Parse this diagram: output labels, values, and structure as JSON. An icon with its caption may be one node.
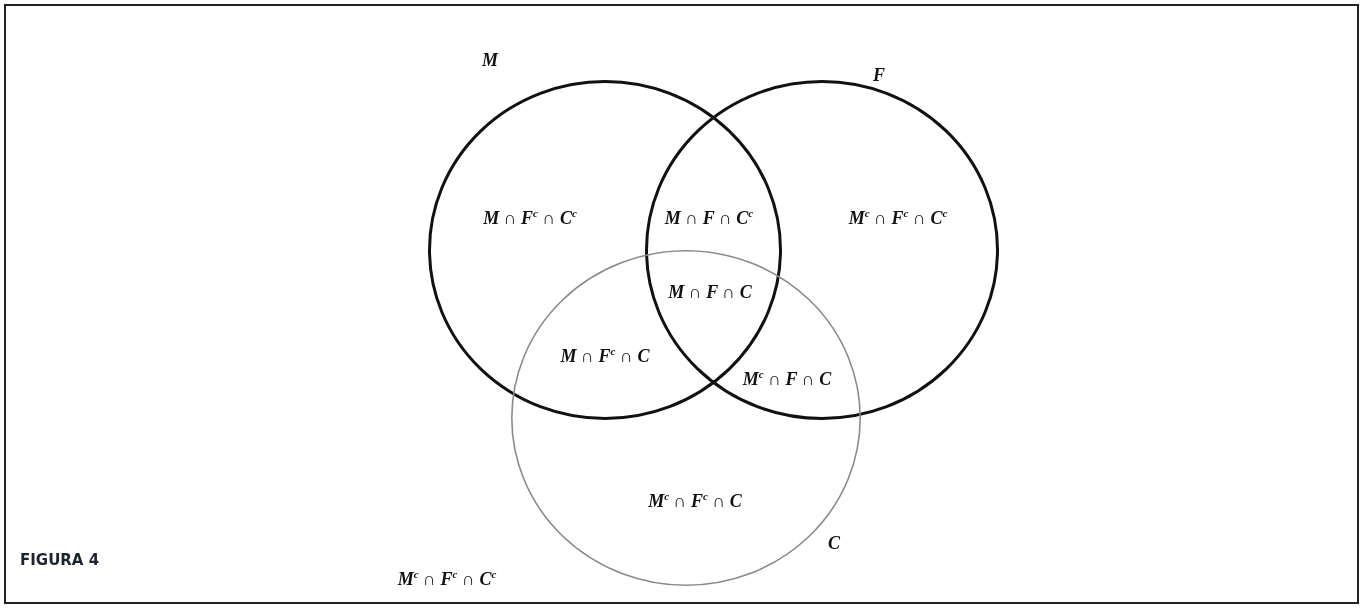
{
  "diagram": {
    "caption": "FIGURA 4",
    "nodes": [
      {
        "text": [
          "M$^{c}$ ∩ F$^{c}$ ∩ C$^{c}$"
        ]
      },
      {
        "text": [
          "M"
        ],
        "in": 0
      },
      {
        "text": [
          "F"
        ],
        "in": 0
      },
      {
        "text": [
          "C"
        ],
        "in": 0
      }
    ],
    "edges": [],
    "labels": [
      "M ∩ F$^{c}$ ∩ C$^{c}$",
      "M ∩ F ∩ C$^{c}$",
      "M$^{c}$ ∩ F$^{c}$ ∩ C$^{c}$",
      "M ∩ F ∩ C",
      "M ∩ F$^{c}$ ∩ C",
      "M$^{c}$ ∩ F ∩ C",
      "M$^{c}$ ∩ F$^{c}$ ∩ C"
    ]
  }
}
